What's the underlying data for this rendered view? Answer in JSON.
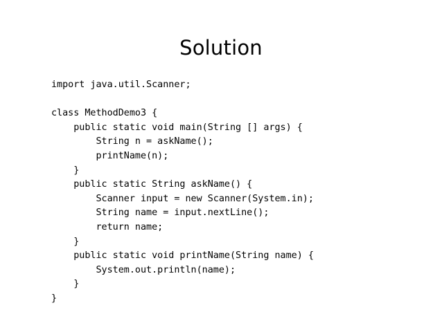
{
  "slide": {
    "title": "Solution",
    "code_lines": [
      "import java.util.Scanner;",
      "",
      "class MethodDemo3 {",
      "    public static void main(String [] args) {",
      "        String n = askName();",
      "        printName(n);",
      "    }",
      "    public static String askName() {",
      "        Scanner input = new Scanner(System.in);",
      "        String name = input.nextLine();",
      "        return name;",
      "    }",
      "    public static void printName(String name) {",
      "        System.out.println(name);",
      "    }",
      "}"
    ],
    "colors": {
      "background": "#ffffff",
      "text": "#000000"
    }
  }
}
